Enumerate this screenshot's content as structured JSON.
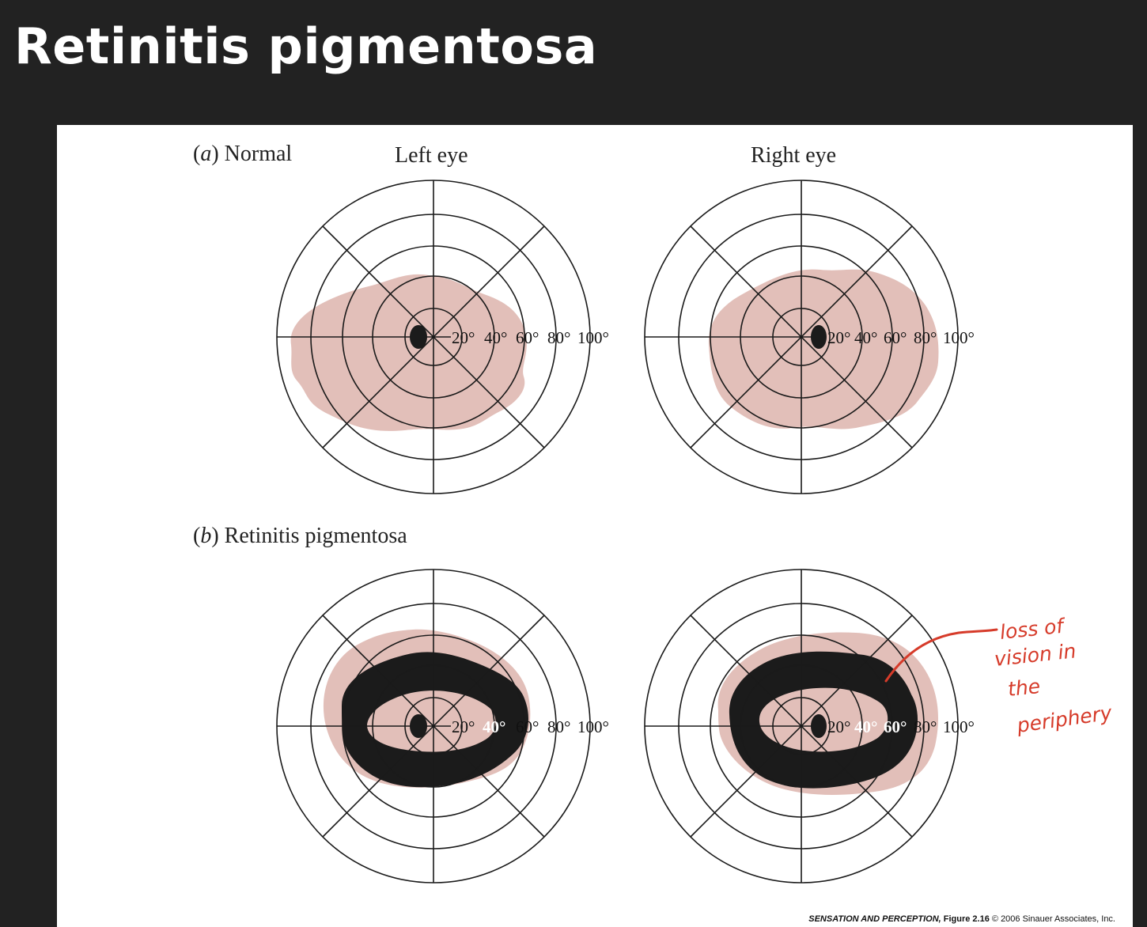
{
  "slide": {
    "title": "Retinitis pigmentosa"
  },
  "figure": {
    "panel_a": {
      "letter": "a",
      "label": "Normal"
    },
    "panel_b": {
      "letter": "b",
      "label": "Retinitis pigmentosa"
    },
    "left_eye_label": "Left eye",
    "right_eye_label": "Right eye",
    "ticks": [
      "20°",
      "40°",
      "60°",
      "80°",
      "100°"
    ]
  },
  "annotation": {
    "lines": [
      "loss of",
      "vision in",
      "the",
      "periphery"
    ],
    "color": "#d63b2a"
  },
  "credit": {
    "book": "SENSATION AND PERCEPTION,",
    "figure": "Figure 2.16",
    "copyright": "© 2006 Sinauer Associates, Inc."
  },
  "colors": {
    "background": "#222222",
    "visual_field": "#e2bfb9",
    "scotoma": "#1b1b1b",
    "panel": "#ffffff"
  }
}
